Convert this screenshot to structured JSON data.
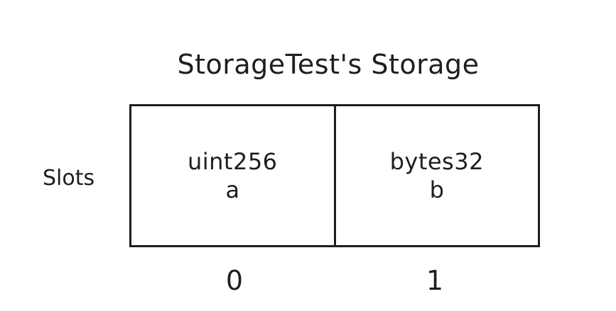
{
  "title": "StorageTest's Storage",
  "row_label": "Slots",
  "slots": [
    {
      "type": "uint256",
      "name": "a",
      "index": "0"
    },
    {
      "type": "bytes32",
      "name": "b",
      "index": "1"
    }
  ],
  "colors": {
    "stroke": "#1e1e1e",
    "background": "#ffffff"
  }
}
